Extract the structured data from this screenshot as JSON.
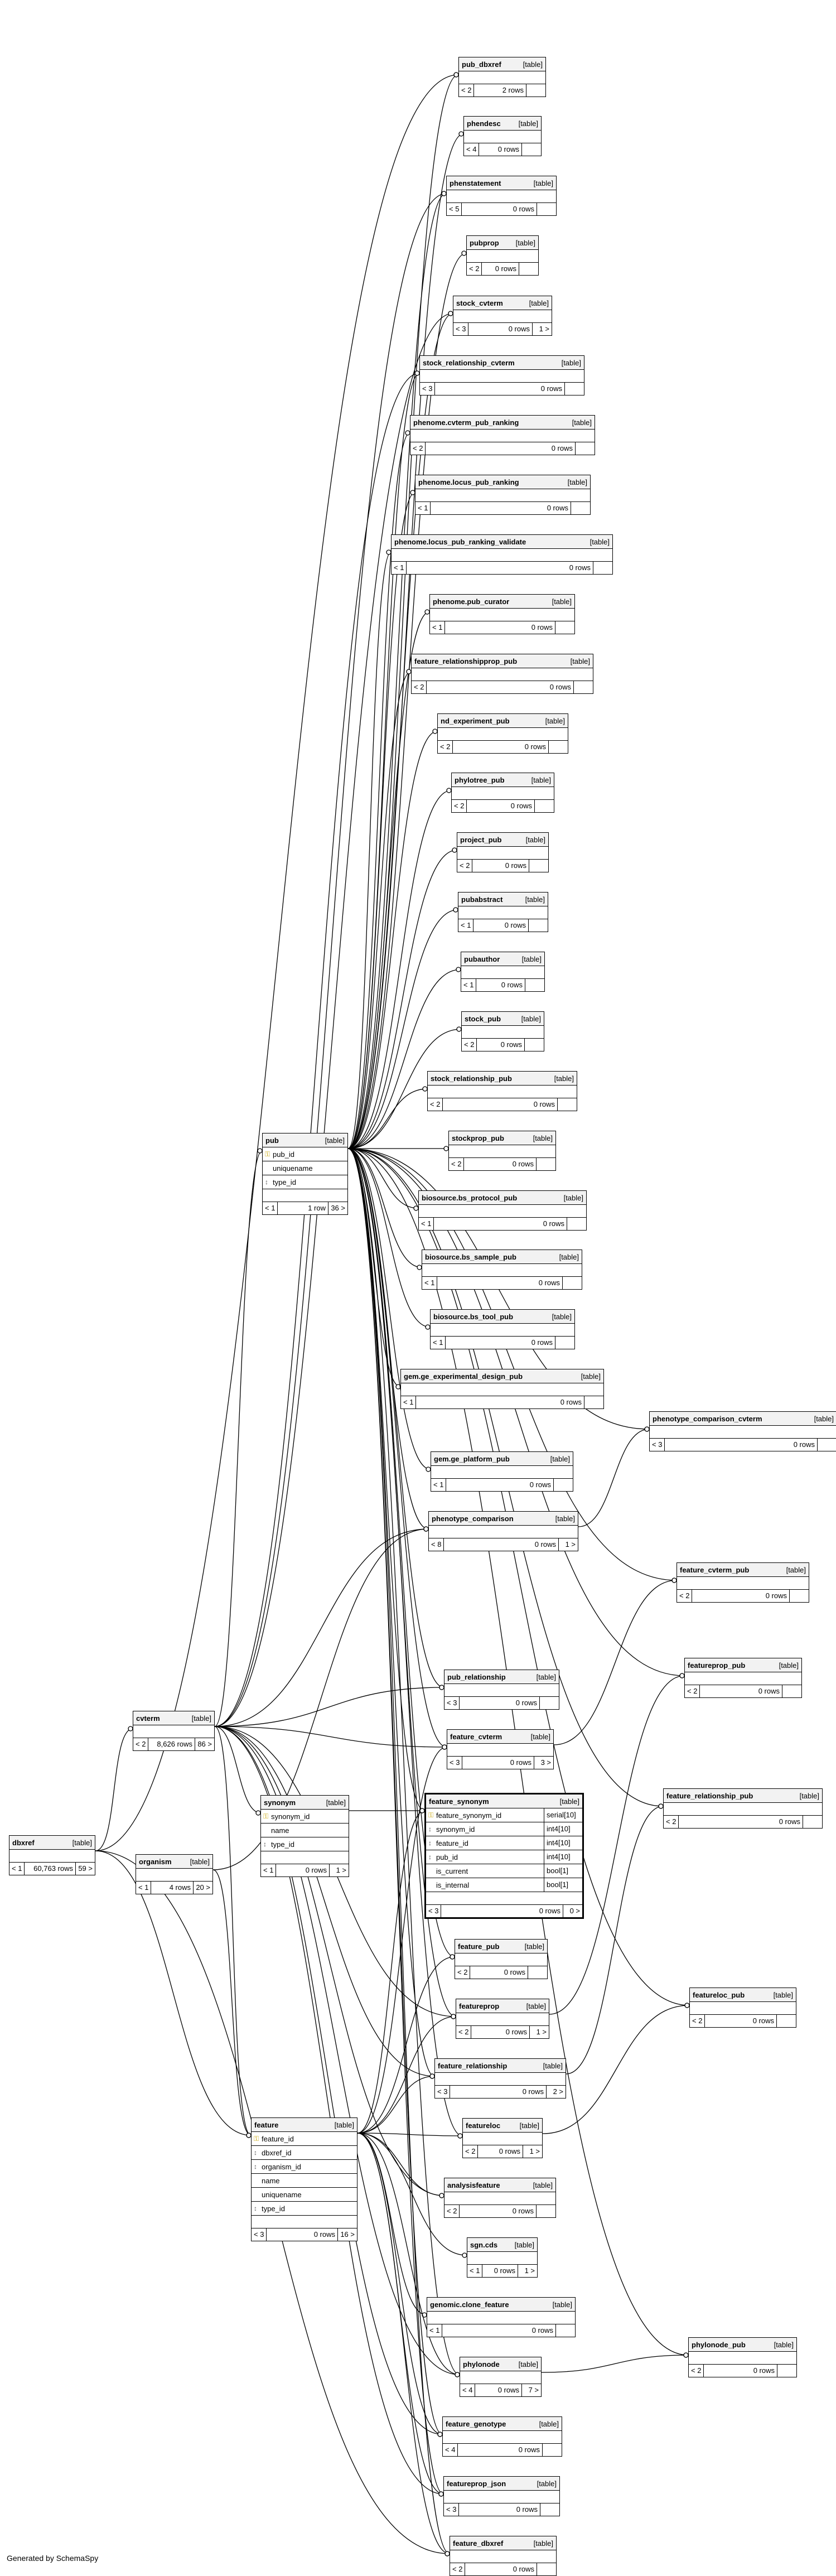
{
  "footer": "Generated by SchemaSpy",
  "tables": [
    {
      "id": "pub_dbxref",
      "name": "pub_dbxref",
      "type": "[table]",
      "left": "< 2",
      "rows": "2 rows",
      "right": ""
    },
    {
      "id": "phendesc",
      "name": "phendesc",
      "type": "[table]",
      "left": "< 4",
      "rows": "0 rows",
      "right": ""
    },
    {
      "id": "phenstatement",
      "name": "phenstatement",
      "type": "[table]",
      "left": "< 5",
      "rows": "0 rows",
      "right": ""
    },
    {
      "id": "pubprop",
      "name": "pubprop",
      "type": "[table]",
      "left": "< 2",
      "rows": "0 rows",
      "right": ""
    },
    {
      "id": "stock_cvterm",
      "name": "stock_cvterm",
      "type": "[table]",
      "left": "< 3",
      "rows": "0 rows",
      "right": "1 >"
    },
    {
      "id": "stock_relationship_cvterm",
      "name": "stock_relationship_cvterm",
      "type": "[table]",
      "left": "< 3",
      "rows": "0 rows",
      "right": ""
    },
    {
      "id": "phenome_cvterm_pub_ranking",
      "name": "phenome.cvterm_pub_ranking",
      "type": "[table]",
      "left": "< 2",
      "rows": "0 rows",
      "right": ""
    },
    {
      "id": "phenome_locus_pub_ranking",
      "name": "phenome.locus_pub_ranking",
      "type": "[table]",
      "left": "< 1",
      "rows": "0 rows",
      "right": ""
    },
    {
      "id": "phenome_locus_pub_ranking_validate",
      "name": "phenome.locus_pub_ranking_validate",
      "type": "[table]",
      "left": "< 1",
      "rows": "0 rows",
      "right": ""
    },
    {
      "id": "phenome_pub_curator",
      "name": "phenome.pub_curator",
      "type": "[table]",
      "left": "< 1",
      "rows": "0 rows",
      "right": ""
    },
    {
      "id": "feature_relationshipprop_pub",
      "name": "feature_relationshipprop_pub",
      "type": "[table]",
      "left": "< 2",
      "rows": "0 rows",
      "right": ""
    },
    {
      "id": "nd_experiment_pub",
      "name": "nd_experiment_pub",
      "type": "[table]",
      "left": "< 2",
      "rows": "0 rows",
      "right": ""
    },
    {
      "id": "phylotree_pub",
      "name": "phylotree_pub",
      "type": "[table]",
      "left": "< 2",
      "rows": "0 rows",
      "right": ""
    },
    {
      "id": "project_pub",
      "name": "project_pub",
      "type": "[table]",
      "left": "< 2",
      "rows": "0 rows",
      "right": ""
    },
    {
      "id": "pubabstract",
      "name": "pubabstract",
      "type": "[table]",
      "left": "< 1",
      "rows": "0 rows",
      "right": ""
    },
    {
      "id": "pubauthor",
      "name": "pubauthor",
      "type": "[table]",
      "left": "< 1",
      "rows": "0 rows",
      "right": ""
    },
    {
      "id": "stock_pub",
      "name": "stock_pub",
      "type": "[table]",
      "left": "< 2",
      "rows": "0 rows",
      "right": ""
    },
    {
      "id": "stock_relationship_pub",
      "name": "stock_relationship_pub",
      "type": "[table]",
      "left": "< 2",
      "rows": "0 rows",
      "right": ""
    },
    {
      "id": "stockprop_pub",
      "name": "stockprop_pub",
      "type": "[table]",
      "left": "< 2",
      "rows": "0 rows",
      "right": ""
    },
    {
      "id": "biosource_bs_protocol_pub",
      "name": "biosource.bs_protocol_pub",
      "type": "[table]",
      "left": "< 1",
      "rows": "0 rows",
      "right": ""
    },
    {
      "id": "biosource_bs_sample_pub",
      "name": "biosource.bs_sample_pub",
      "type": "[table]",
      "left": "< 1",
      "rows": "0 rows",
      "right": ""
    },
    {
      "id": "biosource_bs_tool_pub",
      "name": "biosource.bs_tool_pub",
      "type": "[table]",
      "left": "< 1",
      "rows": "0 rows",
      "right": ""
    },
    {
      "id": "gem_ge_experimental_design_pub",
      "name": "gem.ge_experimental_design_pub",
      "type": "[table]",
      "left": "< 1",
      "rows": "0 rows",
      "right": ""
    },
    {
      "id": "gem_ge_platform_pub",
      "name": "gem.ge_platform_pub",
      "type": "[table]",
      "left": "< 1",
      "rows": "0 rows",
      "right": ""
    },
    {
      "id": "phenotype_comparison",
      "name": "phenotype_comparison",
      "type": "[table]",
      "left": "< 8",
      "rows": "0 rows",
      "right": "1 >"
    },
    {
      "id": "phenotype_comparison_cvterm",
      "name": "phenotype_comparison_cvterm",
      "type": "[table]",
      "left": "< 3",
      "rows": "0 rows",
      "right": ""
    },
    {
      "id": "feature_cvterm_pub",
      "name": "feature_cvterm_pub",
      "type": "[table]",
      "left": "< 2",
      "rows": "0 rows",
      "right": ""
    },
    {
      "id": "featureprop_pub",
      "name": "featureprop_pub",
      "type": "[table]",
      "left": "< 2",
      "rows": "0 rows",
      "right": ""
    },
    {
      "id": "pub_relationship",
      "name": "pub_relationship",
      "type": "[table]",
      "left": "< 3",
      "rows": "0 rows",
      "right": ""
    },
    {
      "id": "feature_cvterm",
      "name": "feature_cvterm",
      "type": "[table]",
      "left": "< 3",
      "rows": "0 rows",
      "right": "3 >"
    },
    {
      "id": "feature_relationship_pub",
      "name": "feature_relationship_pub",
      "type": "[table]",
      "left": "< 2",
      "rows": "0 rows",
      "right": ""
    },
    {
      "id": "feature_pub",
      "name": "feature_pub",
      "type": "[table]",
      "left": "< 2",
      "rows": "0 rows",
      "right": ""
    },
    {
      "id": "featureprop",
      "name": "featureprop",
      "type": "[table]",
      "left": "< 2",
      "rows": "0 rows",
      "right": "1 >"
    },
    {
      "id": "featureloc_pub",
      "name": "featureloc_pub",
      "type": "[table]",
      "left": "< 2",
      "rows": "0 rows",
      "right": ""
    },
    {
      "id": "feature_relationship",
      "name": "feature_relationship",
      "type": "[table]",
      "left": "< 3",
      "rows": "0 rows",
      "right": "2 >"
    },
    {
      "id": "featureloc",
      "name": "featureloc",
      "type": "[table]",
      "left": "< 2",
      "rows": "0 rows",
      "right": "1 >"
    },
    {
      "id": "analysisfeature",
      "name": "analysisfeature",
      "type": "[table]",
      "left": "< 2",
      "rows": "0 rows",
      "right": ""
    },
    {
      "id": "sgn_cds",
      "name": "sgn.cds",
      "type": "[table]",
      "left": "< 1",
      "rows": "0 rows",
      "right": "1 >"
    },
    {
      "id": "genomic_clone_feature",
      "name": "genomic.clone_feature",
      "type": "[table]",
      "left": "< 1",
      "rows": "0 rows",
      "right": ""
    },
    {
      "id": "phylonode",
      "name": "phylonode",
      "type": "[table]",
      "left": "< 4",
      "rows": "0 rows",
      "right": "7 >"
    },
    {
      "id": "phylonode_pub",
      "name": "phylonode_pub",
      "type": "[table]",
      "left": "< 2",
      "rows": "0 rows",
      "right": ""
    },
    {
      "id": "feature_genotype",
      "name": "feature_genotype",
      "type": "[table]",
      "left": "< 4",
      "rows": "0 rows",
      "right": ""
    },
    {
      "id": "featureprop_json",
      "name": "featureprop_json",
      "type": "[table]",
      "left": "< 3",
      "rows": "0 rows",
      "right": ""
    },
    {
      "id": "feature_dbxref",
      "name": "feature_dbxref",
      "type": "[table]",
      "left": "< 2",
      "rows": "0 rows",
      "right": ""
    },
    {
      "id": "dbxref",
      "name": "dbxref",
      "type": "[table]",
      "left": "< 1",
      "rows": "60,763 rows",
      "right": "59 >"
    },
    {
      "id": "cvterm",
      "name": "cvterm",
      "type": "[table]",
      "left": "< 2",
      "rows": "8,626 rows",
      "right": "86 >"
    },
    {
      "id": "organism",
      "name": "organism",
      "type": "[table]",
      "left": "< 1",
      "rows": "4 rows",
      "right": "20 >"
    },
    {
      "id": "pub",
      "name": "pub",
      "type": "[table]",
      "left": "< 1",
      "rows": "1 row",
      "right": "36 >",
      "columns": [
        {
          "name": "pub_id",
          "icon": "key"
        },
        {
          "name": "uniquename",
          "icon": ""
        },
        {
          "name": "type_id",
          "icon": "fk"
        }
      ]
    },
    {
      "id": "synonym",
      "name": "synonym",
      "type": "[table]",
      "left": "< 1",
      "rows": "0 rows",
      "right": "1 >",
      "columns": [
        {
          "name": "synonym_id",
          "icon": "key"
        },
        {
          "name": "name",
          "icon": ""
        },
        {
          "name": "type_id",
          "icon": "fk"
        }
      ]
    },
    {
      "id": "feature",
      "name": "feature",
      "type": "[table]",
      "left": "< 3",
      "rows": "0 rows",
      "right": "16 >",
      "columns": [
        {
          "name": "feature_id",
          "icon": "key"
        },
        {
          "name": "dbxref_id",
          "icon": "fk"
        },
        {
          "name": "organism_id",
          "icon": "fk"
        },
        {
          "name": "name",
          "icon": ""
        },
        {
          "name": "uniquename",
          "icon": ""
        },
        {
          "name": "type_id",
          "icon": "fk"
        }
      ]
    },
    {
      "id": "feature_synonym",
      "name": "feature_synonym",
      "type": "[table]",
      "left": "< 3",
      "rows": "0 rows",
      "right": "0 >",
      "focus": true,
      "columns": [
        {
          "name": "feature_synonym_id",
          "icon": "key",
          "ctype": "serial[10]"
        },
        {
          "name": "synonym_id",
          "icon": "fk",
          "ctype": "int4[10]"
        },
        {
          "name": "feature_id",
          "icon": "fk",
          "ctype": "int4[10]"
        },
        {
          "name": "pub_id",
          "icon": "fk",
          "ctype": "int4[10]"
        },
        {
          "name": "is_current",
          "icon": "",
          "ctype": "bool[1]"
        },
        {
          "name": "is_internal",
          "icon": "",
          "ctype": "bool[1]"
        }
      ]
    }
  ]
}
